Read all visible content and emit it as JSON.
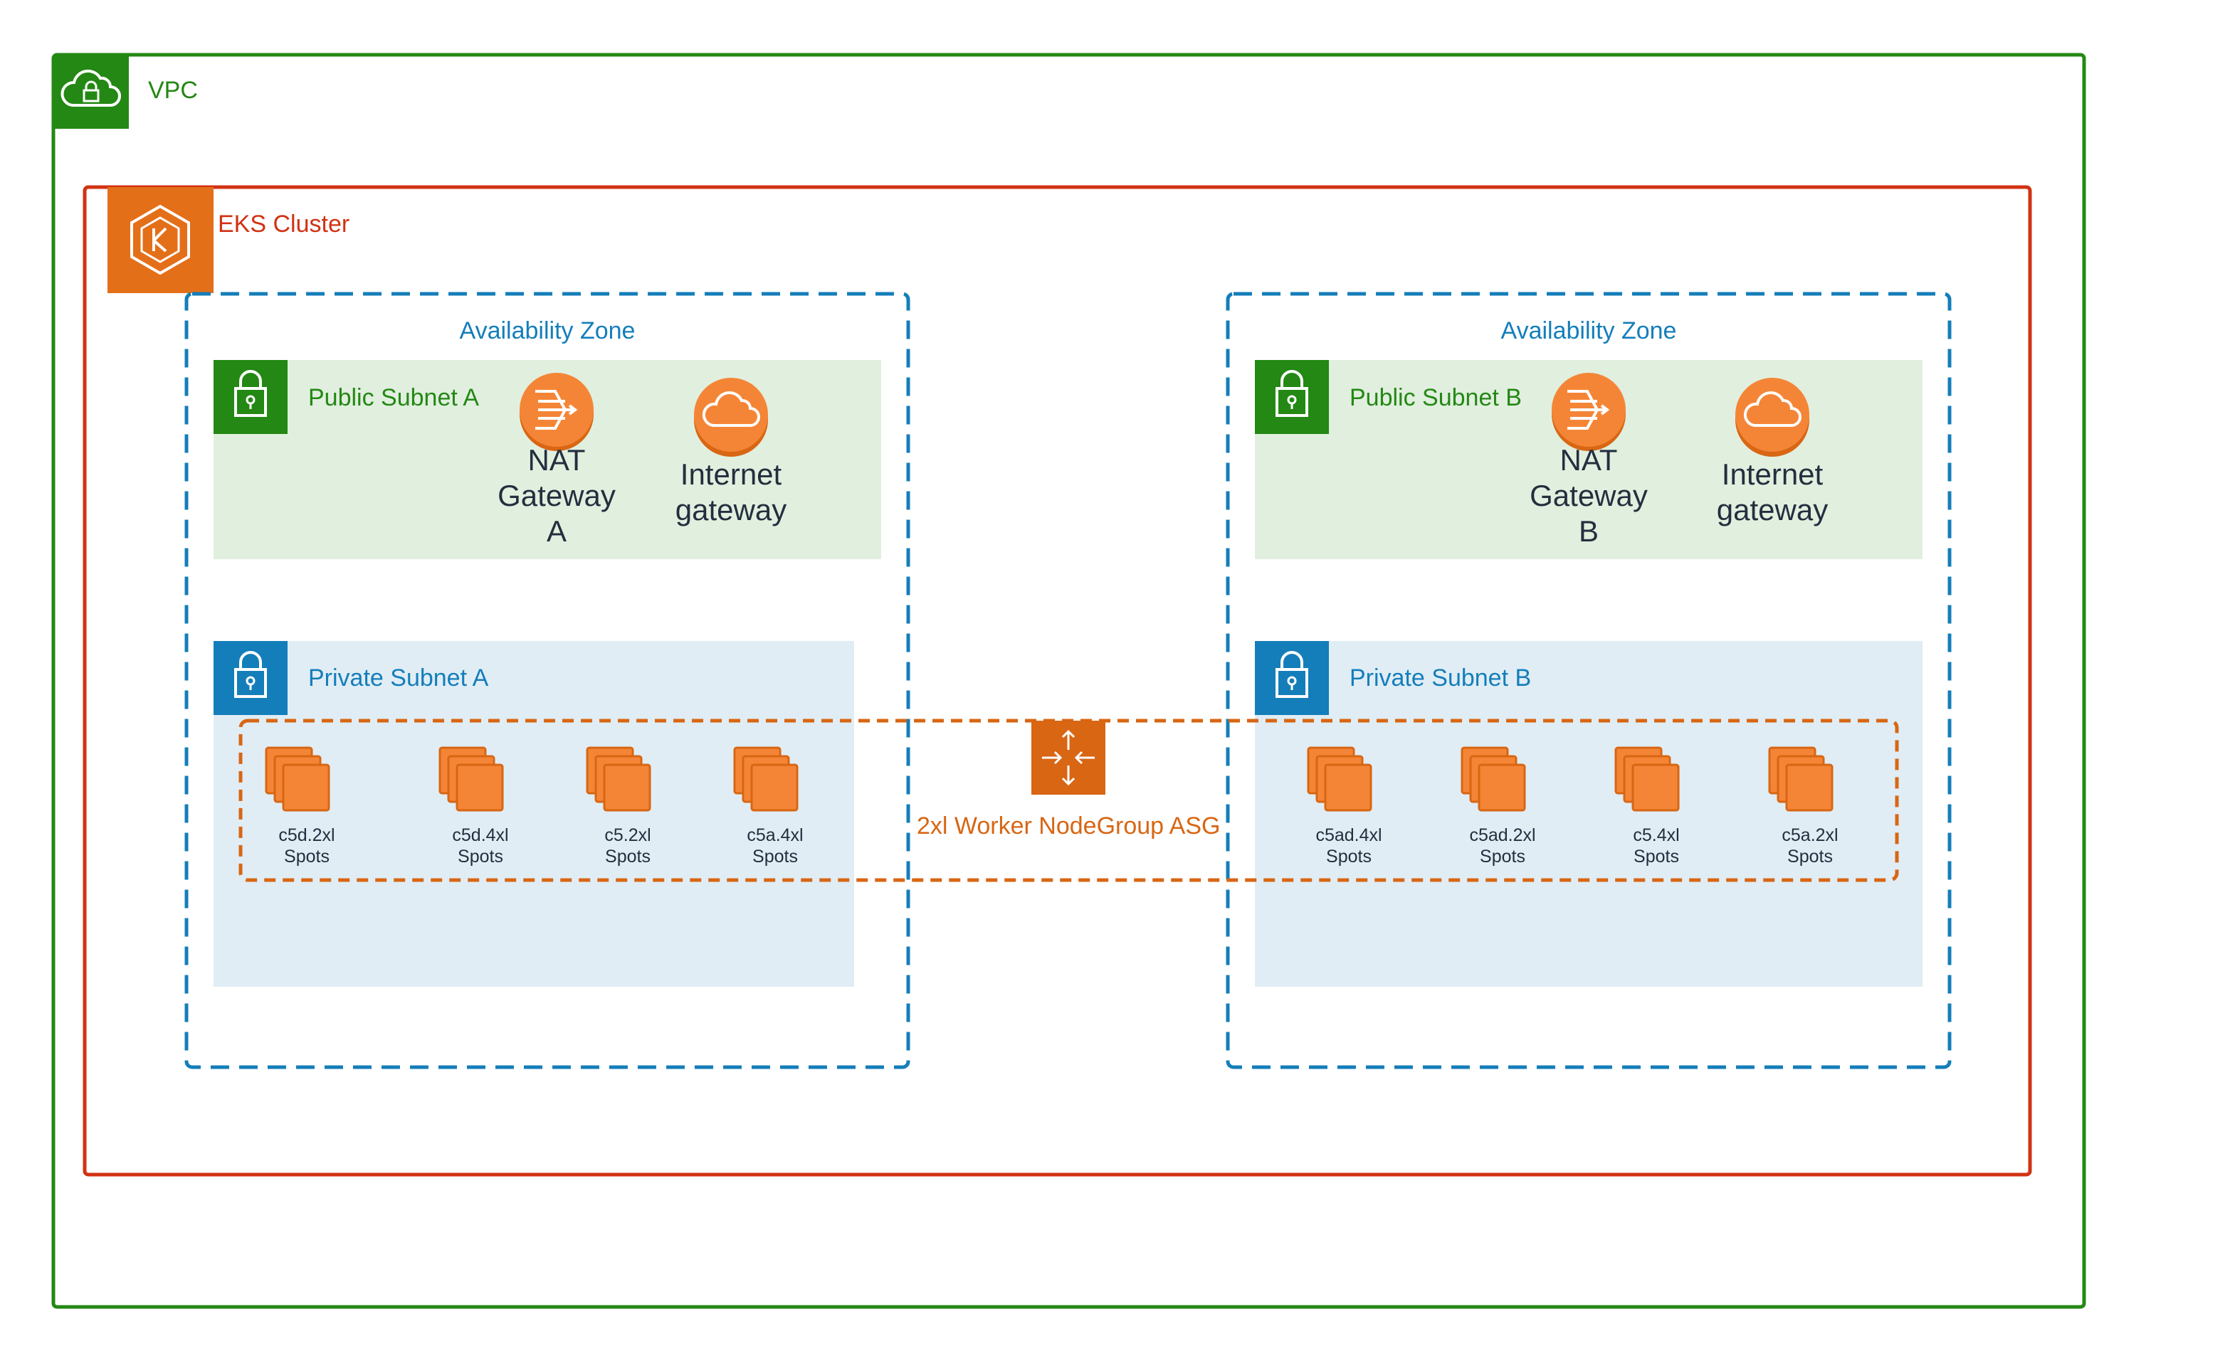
{
  "vpc": {
    "label": "VPC",
    "icon": "vpc-cloud-lock-icon",
    "color": "#248814"
  },
  "eks": {
    "label": "EKS Cluster",
    "icon": "eks-kubernetes-icon",
    "color": "#d13212"
  },
  "asg": {
    "label": "2xl Worker NodeGroup ASG",
    "icon": "auto-scaling-group-icon",
    "color": "#d86613"
  },
  "zones": [
    {
      "label": "Availability Zone",
      "public_subnet": {
        "label": "Public Subnet A"
      },
      "nat_gateway": {
        "label": "NAT\nGateway\nA"
      },
      "internet_gateway": {
        "label": "Internet\ngateway"
      },
      "private_subnet": {
        "label": "Private Subnet A"
      },
      "instances": [
        {
          "label": "c5d.2xl\nSpots"
        },
        {
          "label": "c5d.4xl\nSpots"
        },
        {
          "label": "c5.2xl\nSpots"
        },
        {
          "label": "c5a.4xl\nSpots"
        }
      ]
    },
    {
      "label": "Availability Zone",
      "public_subnet": {
        "label": "Public Subnet B"
      },
      "nat_gateway": {
        "label": "NAT\nGateway\nB"
      },
      "internet_gateway": {
        "label": "Internet\ngateway"
      },
      "private_subnet": {
        "label": "Private Subnet B"
      },
      "instances": [
        {
          "label": "c5ad.4xl\nSpots"
        },
        {
          "label": "c5ad.2xl\nSpots"
        },
        {
          "label": "c5.4xl\nSpots"
        },
        {
          "label": "c5a.2xl\nSpots"
        }
      ]
    }
  ],
  "colors": {
    "vpc": "#248814",
    "eks": "#d13212",
    "eks_icon": "#e46f19",
    "az": "#147eba",
    "public_bg": "#e1efdf",
    "private_bg": "#e0edf5",
    "public_icon": "#248814",
    "private_icon": "#147eba",
    "service_orange": "#f58536",
    "asg": "#d86613"
  }
}
